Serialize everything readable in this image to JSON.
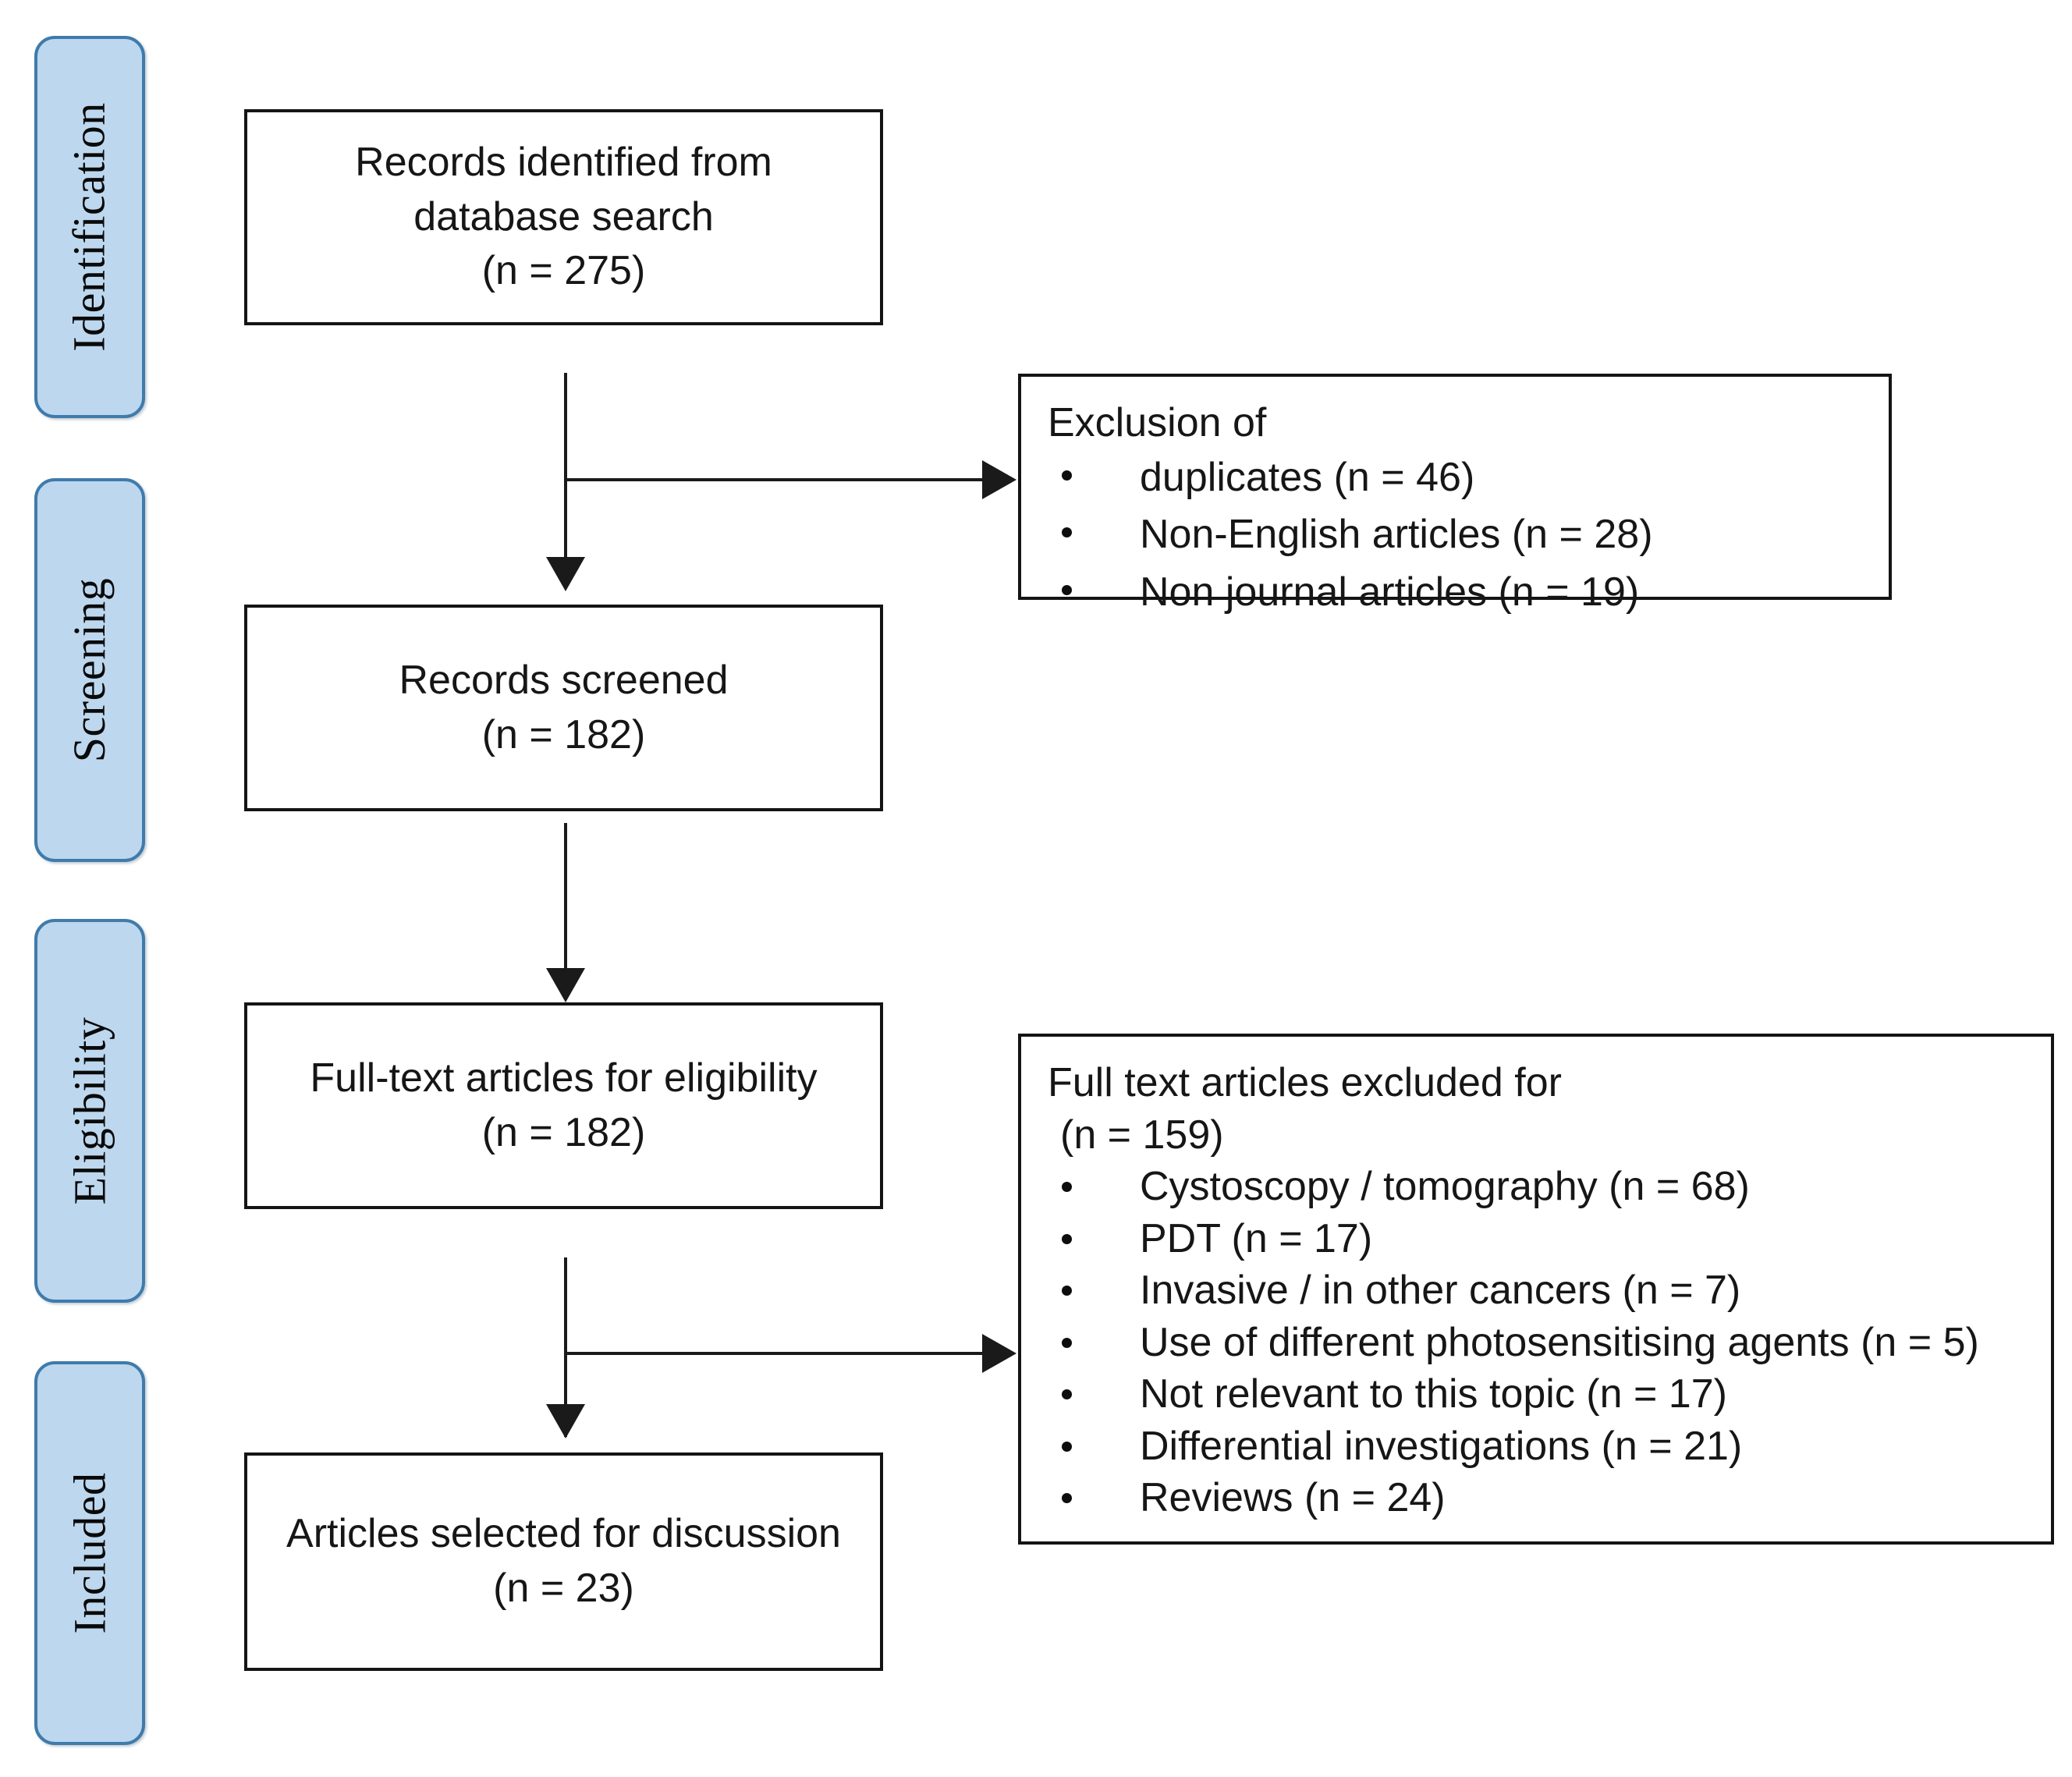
{
  "diagram": {
    "title": "PRISMA study selection flow diagram",
    "colors": {
      "stage_fill": "#bdd7ee",
      "stage_border": "#3f7bab",
      "box_border": "#141414",
      "connector": "#1a1a1a",
      "text": "#161616",
      "background": "#ffffff"
    }
  },
  "stages": [
    {
      "label": "Identification"
    },
    {
      "label": "Screening"
    },
    {
      "label": "Eligibility"
    },
    {
      "label": "Included"
    }
  ],
  "boxes": {
    "identified": {
      "lines": [
        "Records identified from",
        "database search",
        "(n = 275)"
      ],
      "n": 275
    },
    "screened": {
      "lines": [
        "Records screened",
        "(n = 182)"
      ],
      "n": 182
    },
    "eligibility": {
      "lines": [
        "Full-text articles for eligibility",
        "(n = 182)"
      ],
      "n": 182
    },
    "included": {
      "lines": [
        "Articles selected for discussion",
        "(n = 23)"
      ],
      "n": 23
    }
  },
  "exclusion_top": {
    "heading": "Exclusion of",
    "items": [
      {
        "label": "duplicates (n = 46)",
        "reason": "duplicates",
        "n": 46
      },
      {
        "label": "Non-English articles (n = 28)",
        "reason": "Non-English articles",
        "n": 28
      },
      {
        "label": "Non journal articles (n = 19)",
        "reason": "Non journal articles",
        "n": 19
      }
    ]
  },
  "exclusion_bottom": {
    "heading": "Full text articles excluded for",
    "subheading": "(n = 159)",
    "n": 159,
    "items": [
      {
        "label": "Cystoscopy / tomography (n = 68)",
        "reason": "Cystoscopy / tomography",
        "n": 68
      },
      {
        "label": "PDT (n = 17)",
        "reason": "PDT",
        "n": 17
      },
      {
        "label": "Invasive / in other cancers (n = 7)",
        "reason": "Invasive / in other cancers",
        "n": 7
      },
      {
        "label": "Use of different photosensitising agents (n = 5)",
        "reason": "Use of different photosensitising agents",
        "n": 5
      },
      {
        "label": "Not relevant to this topic (n = 17)",
        "reason": "Not relevant to this topic",
        "n": 17
      },
      {
        "label": "Differential investigations (n = 21)",
        "reason": "Differential investigations",
        "n": 21
      },
      {
        "label": "Reviews (n = 24)",
        "reason": "Reviews",
        "n": 24
      }
    ]
  }
}
